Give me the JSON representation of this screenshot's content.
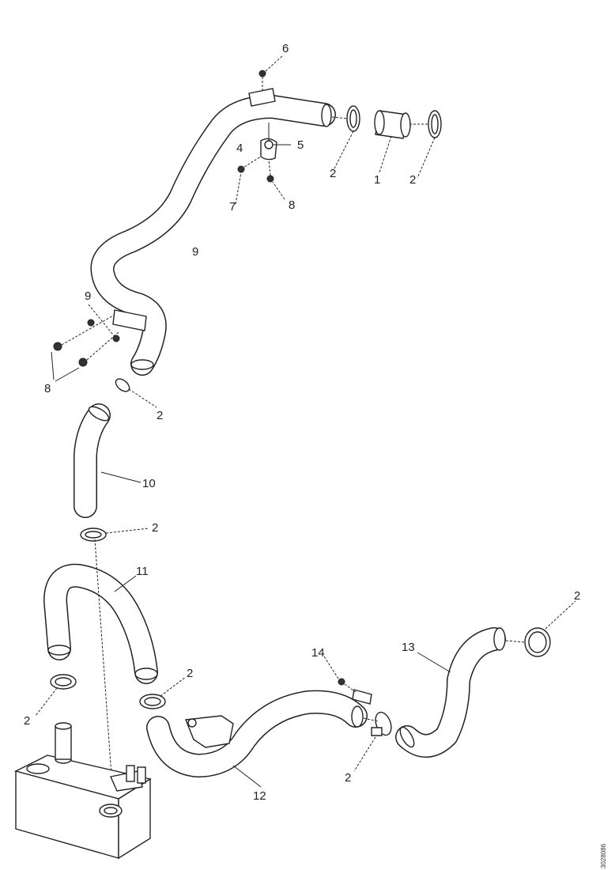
{
  "diagram": {
    "labels": {
      "l1": "1",
      "l2a": "2",
      "l2b": "2",
      "l2c": "2",
      "l2d": "2",
      "l2e": "2",
      "l2f": "2",
      "l2g": "2",
      "l2h": "2",
      "l4": "4",
      "l5": "5",
      "l6": "6",
      "l7": "7",
      "l8a": "8",
      "l8b": "8",
      "l9a": "9",
      "l9b": "9",
      "l10": "10",
      "l11": "11",
      "l12": "12",
      "l13": "13",
      "l14": "14"
    },
    "drawing_code": "3028086"
  }
}
